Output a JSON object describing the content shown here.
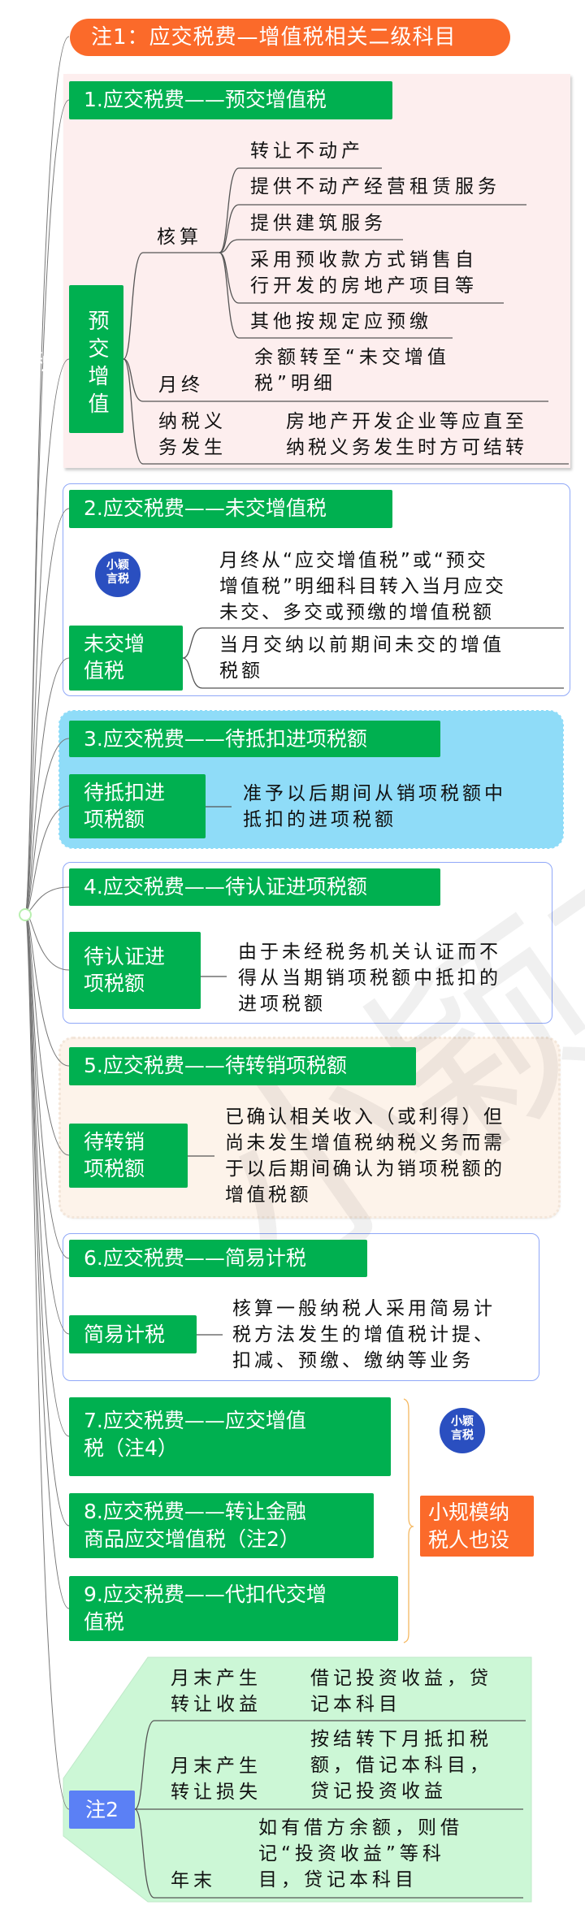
{
  "title": "注1：应交税费—增值税相关二级科目",
  "colors": {
    "green": "#00b050",
    "orange": "#fb6a2a",
    "pink": "#fdeeee",
    "blue_border": "#90a8f8",
    "wave_blue": "#8fdcf8",
    "beige": "#fdf3ea",
    "light_green": "#ccf7d6",
    "note_blue": "#5b80f5"
  },
  "logo": {
    "line1": "小颖",
    "line2": "言税"
  },
  "watermark": "小颖言税",
  "s1": {
    "header": "1.应交税费——预交增值税",
    "node": "预交增值税",
    "hesuan": "核算",
    "hesuan_items": [
      "转让不动产",
      "提供不动产经营租赁服务",
      "提供建筑服务",
      "采用预收款方式销售自",
      "行开发的房地产项目等",
      "其他按规定应预缴"
    ],
    "yuezhong": "月终",
    "yuezhong_text": [
      "余额转至“未交增值",
      "税”明细"
    ],
    "nashui": [
      "纳税义",
      "务发生"
    ],
    "nashui_text": [
      "房地产开发企业等应直至",
      "纳税义务发生时方可结转"
    ]
  },
  "s2": {
    "header": "2.应交税费——未交增值税",
    "node": [
      "未交增",
      "值税"
    ],
    "text1": [
      "月终从“应交增值税”或“预交",
      "增值税”明细科目转入当月应交",
      "未交、多交或预缴的增值税额"
    ],
    "text2": [
      "当月交纳以前期间未交的增值",
      "税额"
    ]
  },
  "s3": {
    "header": "3.应交税费——待抵扣进项税额",
    "node": [
      "待抵扣进",
      "项税额"
    ],
    "text": [
      "准予以后期间从销项税额中",
      "抵扣的进项税额"
    ]
  },
  "s4": {
    "header": "4.应交税费——待认证进项税额",
    "node": [
      "待认证进",
      "项税额"
    ],
    "text": [
      "由于未经税务机关认证而不",
      "得从当期销项税额中抵扣的",
      "进项税额"
    ]
  },
  "s5": {
    "header": "5.应交税费——待转销项税额",
    "node": [
      "待转销",
      "项税额"
    ],
    "text": [
      "已确认相关收入（或利得）但",
      "尚未发生增值税纳税义务而需",
      "于以后期间确认为销项税额的",
      "增值税额"
    ]
  },
  "s6": {
    "header": "6.应交税费——简易计税",
    "node": "简易计税",
    "text": [
      "核算一般纳税人采用简易计",
      "税方法发生的增值税计提、",
      "扣减、预缴、缴纳等业务"
    ]
  },
  "s7": {
    "header": [
      "7.应交税费——应交增值",
      "税（注4）"
    ]
  },
  "s8": {
    "header": [
      "8.应交税费——转让金融",
      "商品应交增值税（注2）"
    ]
  },
  "s9": {
    "header": [
      "9.应交税费——代扣代交增",
      "值税"
    ]
  },
  "small_taxpayer": [
    "小规模纳",
    "税人也设"
  ],
  "note2": {
    "label": "注2",
    "rows": [
      {
        "key": [
          "月末产生",
          "转让收益"
        ],
        "text": [
          "借记投资收益，贷",
          "记本科目"
        ]
      },
      {
        "key": [
          "月末产生",
          "转让损失"
        ],
        "text": [
          "按结转下月抵扣税",
          "额，借记本科目，",
          "贷记投资收益"
        ]
      },
      {
        "key": [
          "年末"
        ],
        "text": [
          "如有借方余额，则借",
          "记“投资收益”等科",
          "目，贷记本科目"
        ]
      }
    ]
  }
}
